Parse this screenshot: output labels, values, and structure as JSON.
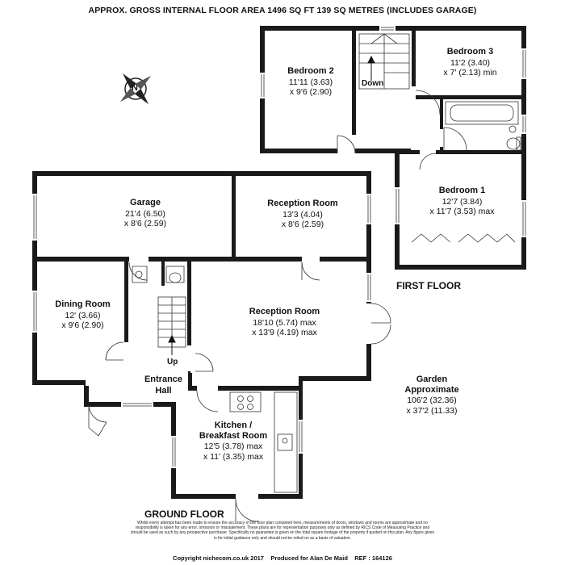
{
  "header": {
    "title": "APPROX. GROSS INTERNAL FLOOR AREA 1496 SQ FT 139 SQ METRES (INCLUDES GARAGE)"
  },
  "floors": {
    "first": "FIRST FLOOR",
    "ground": "GROUND FLOOR"
  },
  "rooms": {
    "bedroom2": {
      "name": "Bedroom 2",
      "d1": "11'11 (3.63)",
      "d2": "x 9'6 (2.90)"
    },
    "bedroom3": {
      "name": "Bedroom 3",
      "d1": "11'2 (3.40)",
      "d2": "x 7' (2.13) min"
    },
    "bedroom1": {
      "name": "Bedroom 1",
      "d1": "12'7 (3.84)",
      "d2": "x 11'7 (3.53) max"
    },
    "garage": {
      "name": "Garage",
      "d1": "21'4 (6.50)",
      "d2": "x 8'6 (2.59)"
    },
    "reception_small": {
      "name": "Reception Room",
      "d1": "13'3 (4.04)",
      "d2": "x 8'6 (2.59)"
    },
    "dining": {
      "name": "Dining Room",
      "d1": "12' (3.66)",
      "d2": "x 9'6 (2.90)"
    },
    "reception_large": {
      "name": "Reception Room",
      "d1": "18'10 (5.74) max",
      "d2": "x 13'9 (4.19) max"
    },
    "entrance": {
      "name1": "Entrance",
      "name2": "Hall"
    },
    "kitchen": {
      "name1": "Kitchen /",
      "name2": "Breakfast Room",
      "d1": "12'5 (3.78) max",
      "d2": "x 11' (3.35) max"
    },
    "garden": {
      "name1": "Garden",
      "name2": "Approximate",
      "d1": "106'2 (32.36)",
      "d2": "x 37'2 (11.33)"
    }
  },
  "stairs": {
    "down": "Down",
    "up": "Up"
  },
  "compass": {
    "letter": "N"
  },
  "disclaimer": "Whilst every attempt has been made to ensure the accuracy of the floor plan contained here, measurements of doors, windows and rooms are approximate and no responsibility is taken for any error, omission or misstatement. These plans are for representation purposes only as defined by RICS Code of Measuring Practice and should be used as such by any prospective purchaser. Specifically no guarantee is given on the total square footage of the property if quoted on this plan. Any figure given is for initial guidance only and should not be relied on as a basis of valuation.",
  "footer": {
    "copyright": "Copyright nichecom.co.uk 2017",
    "produced": "Produced for Alan De Maid",
    "ref": "REF : 164126"
  }
}
